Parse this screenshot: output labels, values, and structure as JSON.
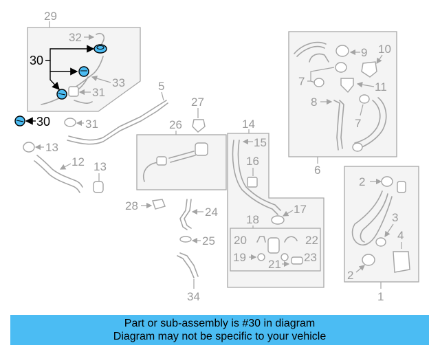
{
  "banner": {
    "line1": "Part or sub-assembly is #30 in diagram",
    "line2": "Diagram may not be specific to your vehicle"
  },
  "highlight_color": "#4bbcf3",
  "callouts": {
    "c29": "29",
    "c32": "32",
    "c30a": "30",
    "c33": "33",
    "c31a": "31",
    "c30b": "30",
    "c31b": "31",
    "c5": "5",
    "c27": "27",
    "c26": "26",
    "c13a": "13",
    "c12": "12",
    "c13b": "13",
    "c14": "14",
    "c15": "15",
    "c16": "16",
    "c17": "17",
    "c18": "18",
    "c20": "20",
    "c22": "22",
    "c19": "19",
    "c21": "21",
    "c23": "23",
    "c28": "28",
    "c24": "24",
    "c25": "25",
    "c34": "34",
    "c9": "9",
    "c10": "10",
    "c7a": "7",
    "c11": "11",
    "c8": "8",
    "c7b": "7",
    "c6": "6",
    "c2a": "2",
    "c3": "3",
    "c4": "4",
    "c2b": "2",
    "c1": "1"
  }
}
